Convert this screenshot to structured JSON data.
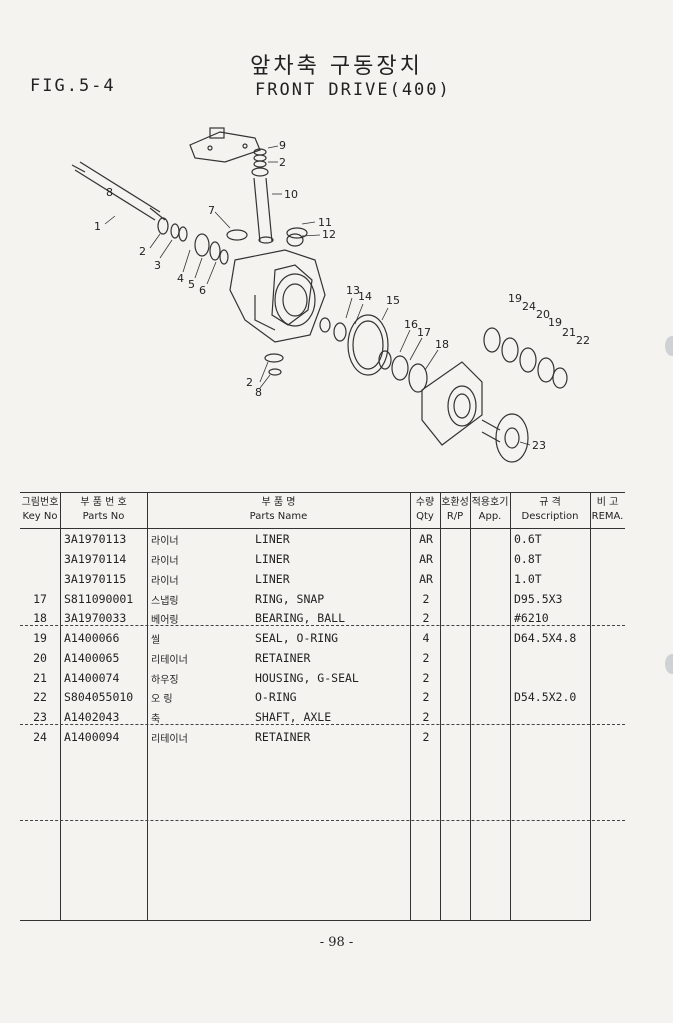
{
  "header": {
    "fig_label": "FIG.5-4",
    "title_korean": "앞차축 구동장치",
    "title_english": "FRONT DRIVE(400)"
  },
  "diagram": {
    "callouts": [
      "9",
      "2",
      "10",
      "7",
      "11",
      "12",
      "1",
      "8",
      "2",
      "3",
      "4",
      "5",
      "6",
      "13",
      "14",
      "15",
      "16",
      "17",
      "18",
      "19",
      "24",
      "20",
      "19",
      "21",
      "22",
      "2",
      "8",
      "23"
    ]
  },
  "table": {
    "headers": {
      "key_ko": "그림번호",
      "key_en": "Key No",
      "part_ko": "부 품 번 호",
      "part_en": "Parts No",
      "name_ko": "부 품 명",
      "name_en": "Parts Name",
      "qty_ko": "수량",
      "qty_en": "Qty",
      "rp_ko": "호환성",
      "rp_en": "R/P",
      "app_ko": "적용호기",
      "app_en": "App.",
      "desc_ko": "규 격",
      "desc_en": "Description",
      "rema_ko": "비 고",
      "rema_en": "REMA."
    },
    "rows": [
      {
        "key": "",
        "part_no": "3A1970113",
        "kor": "라이너",
        "name": "LINER",
        "qty": "AR",
        "desc": "0.6T"
      },
      {
        "key": "",
        "part_no": "3A1970114",
        "kor": "라이너",
        "name": "LINER",
        "qty": "AR",
        "desc": "0.8T"
      },
      {
        "key": "",
        "part_no": "3A1970115",
        "kor": "라이너",
        "name": "LINER",
        "qty": "AR",
        "desc": "1.0T"
      },
      {
        "key": "17",
        "part_no": "S811090001",
        "kor": "스냅링",
        "name": "RING, SNAP",
        "qty": "2",
        "desc": "D95.5X3"
      },
      {
        "key": "18",
        "part_no": "3A1970033",
        "kor": "베어링",
        "name": "BEARING, BALL",
        "qty": "2",
        "desc": "#6210"
      },
      {
        "key": "19",
        "part_no": "A1400066",
        "kor": "씰",
        "name": "SEAL, O-RING",
        "qty": "4",
        "desc": "D64.5X4.8"
      },
      {
        "key": "20",
        "part_no": "A1400065",
        "kor": "리테이너",
        "name": "RETAINER",
        "qty": "2",
        "desc": ""
      },
      {
        "key": "21",
        "part_no": "A1400074",
        "kor": "하우징",
        "name": "HOUSING, G-SEAL",
        "qty": "2",
        "desc": ""
      },
      {
        "key": "22",
        "part_no": "S804055010",
        "kor": "오 링",
        "name": "O-RING",
        "qty": "2",
        "desc": "D54.5X2.0"
      },
      {
        "key": "23",
        "part_no": "A1402043",
        "kor": "축",
        "name": "SHAFT, AXLE",
        "qty": "2",
        "desc": ""
      },
      {
        "key": "24",
        "part_no": "A1400094",
        "kor": "리테이너",
        "name": "RETAINER",
        "qty": "2",
        "desc": ""
      }
    ]
  },
  "footer": {
    "page_number": "- 98 -"
  }
}
